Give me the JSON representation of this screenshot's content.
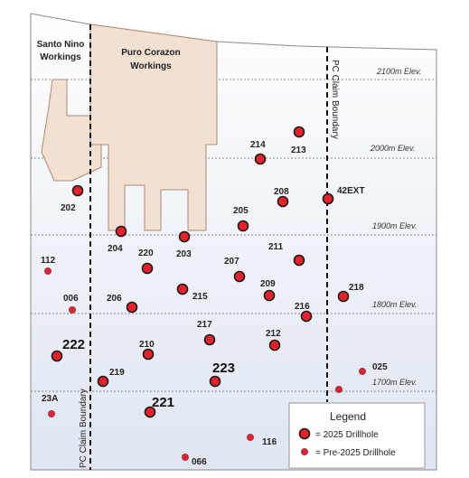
{
  "areas": {
    "santo_nino": [
      "Santo Nino",
      "Workings"
    ],
    "puro_corazon": [
      "Puro Corazon",
      "Workings"
    ]
  },
  "boundaries": {
    "east": "PC Claim Boundary",
    "west": "PC Claim Boundary"
  },
  "elevations": [
    "2100m Elev.",
    "2000m Elev.",
    "1900m Elev.",
    "1800m Elev.",
    "1700m Elev."
  ],
  "legend": {
    "title": "Legend",
    "items": [
      "= 2025 Drillhole",
      "= Pre-2025 Drillhole"
    ]
  },
  "drillholes": [
    {
      "id": "202",
      "kind": "2025",
      "size": "normal"
    },
    {
      "id": "204",
      "kind": "2025",
      "size": "normal"
    },
    {
      "id": "203",
      "kind": "2025",
      "size": "normal"
    },
    {
      "id": "205",
      "kind": "2025",
      "size": "normal"
    },
    {
      "id": "208",
      "kind": "2025",
      "size": "normal"
    },
    {
      "id": "42EXT",
      "kind": "2025",
      "size": "normal"
    },
    {
      "id": "214",
      "kind": "2025",
      "size": "normal"
    },
    {
      "id": "213",
      "kind": "2025",
      "size": "normal"
    },
    {
      "id": "220",
      "kind": "2025",
      "size": "normal"
    },
    {
      "id": "215",
      "kind": "2025",
      "size": "normal"
    },
    {
      "id": "207",
      "kind": "2025",
      "size": "normal"
    },
    {
      "id": "209",
      "kind": "2025",
      "size": "normal"
    },
    {
      "id": "211",
      "kind": "2025",
      "size": "normal"
    },
    {
      "id": "206",
      "kind": "2025",
      "size": "normal"
    },
    {
      "id": "216",
      "kind": "2025",
      "size": "normal"
    },
    {
      "id": "218",
      "kind": "2025",
      "size": "normal"
    },
    {
      "id": "217",
      "kind": "2025",
      "size": "normal"
    },
    {
      "id": "212",
      "kind": "2025",
      "size": "normal"
    },
    {
      "id": "210",
      "kind": "2025",
      "size": "normal"
    },
    {
      "id": "222",
      "kind": "2025",
      "size": "big"
    },
    {
      "id": "219",
      "kind": "2025",
      "size": "normal"
    },
    {
      "id": "223",
      "kind": "2025",
      "size": "big"
    },
    {
      "id": "221",
      "kind": "2025",
      "size": "big"
    },
    {
      "id": "112",
      "kind": "pre",
      "size": "normal"
    },
    {
      "id": "006",
      "kind": "pre",
      "size": "normal"
    },
    {
      "id": "025",
      "kind": "pre",
      "size": "normal"
    },
    {
      "id": "",
      "kind": "pre",
      "size": "normal"
    },
    {
      "id": "23A",
      "kind": "pre",
      "size": "normal"
    },
    {
      "id": "116",
      "kind": "pre",
      "size": "normal"
    },
    {
      "id": "066",
      "kind": "pre",
      "size": "normal"
    }
  ],
  "colors": {
    "hole_fill": "#e8202a",
    "hole_outline_2025": "#1a1a1a",
    "hole_outline_pre": "#8a3a5a",
    "workings_fill": "#f2e0d2",
    "workings_stroke": "#b08a72",
    "section_top": "#ffffff",
    "section_bottom": "#dfe6f2"
  }
}
